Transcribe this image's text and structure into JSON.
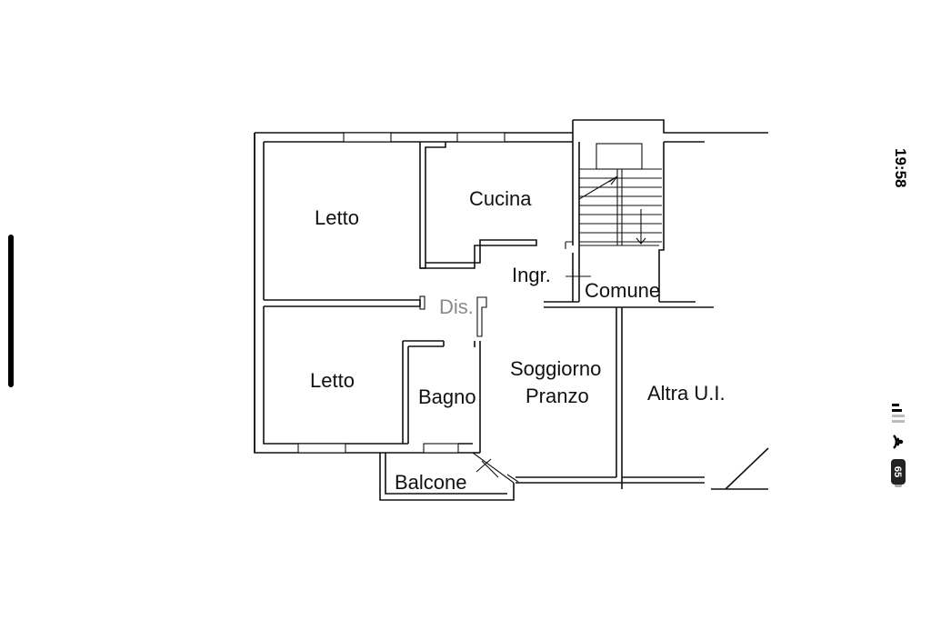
{
  "floor_plan": {
    "rooms": {
      "letto_top": "Letto",
      "cucina": "Cucina",
      "ingresso": "Ingr.",
      "comune": "Comune",
      "disimpegno": "Dis.",
      "letto_bottom": "Letto",
      "bagno": "Bagno",
      "soggiorno_line1": "Soggiorno",
      "soggiorno_line2": "Pranzo",
      "altra_ui": "Altra U.I.",
      "balcone": "Balcone"
    }
  },
  "status_bar": {
    "time": "19:58",
    "battery_level": "65",
    "icons": [
      "signal-icon",
      "wifi-icon",
      "battery-icon"
    ]
  },
  "colors": {
    "background": "#ffffff",
    "lines": "#111111"
  }
}
